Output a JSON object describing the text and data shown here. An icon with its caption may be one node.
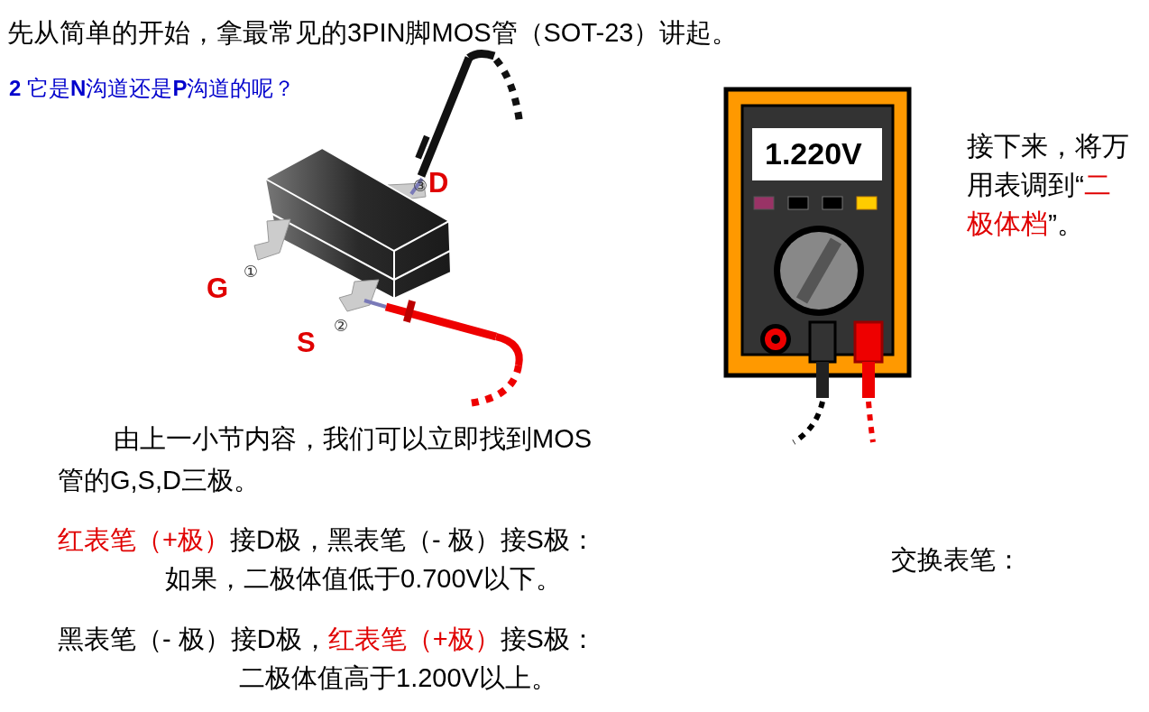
{
  "diagram": {
    "title": "先从简单的开始，拿最常见的3PIN脚MOS管（SOT-23）讲起。",
    "labels": [
      "**2**  它是**N**沟道还是**P**沟道的呢？",
      "③",
      "D",
      "1.220V",
      "接下来，将万用表调到“",
      "二极体档",
      "”。",
      "①",
      "G",
      "②",
      "S",
      "由上一小节内容，我们可以立即找到MOS管的G,S,D三极。",
      "红表笔（+极）",
      "接D极，黑表笔（- 极）接S极：",
      "如果，二极体值低于0.700V以下。",
      "交换表笔：",
      "黑表笔（- 极）接D极，",
      "红表笔（+极）",
      "接S极：",
      "二极体值高于1.200V以上。"
    ]
  }
}
